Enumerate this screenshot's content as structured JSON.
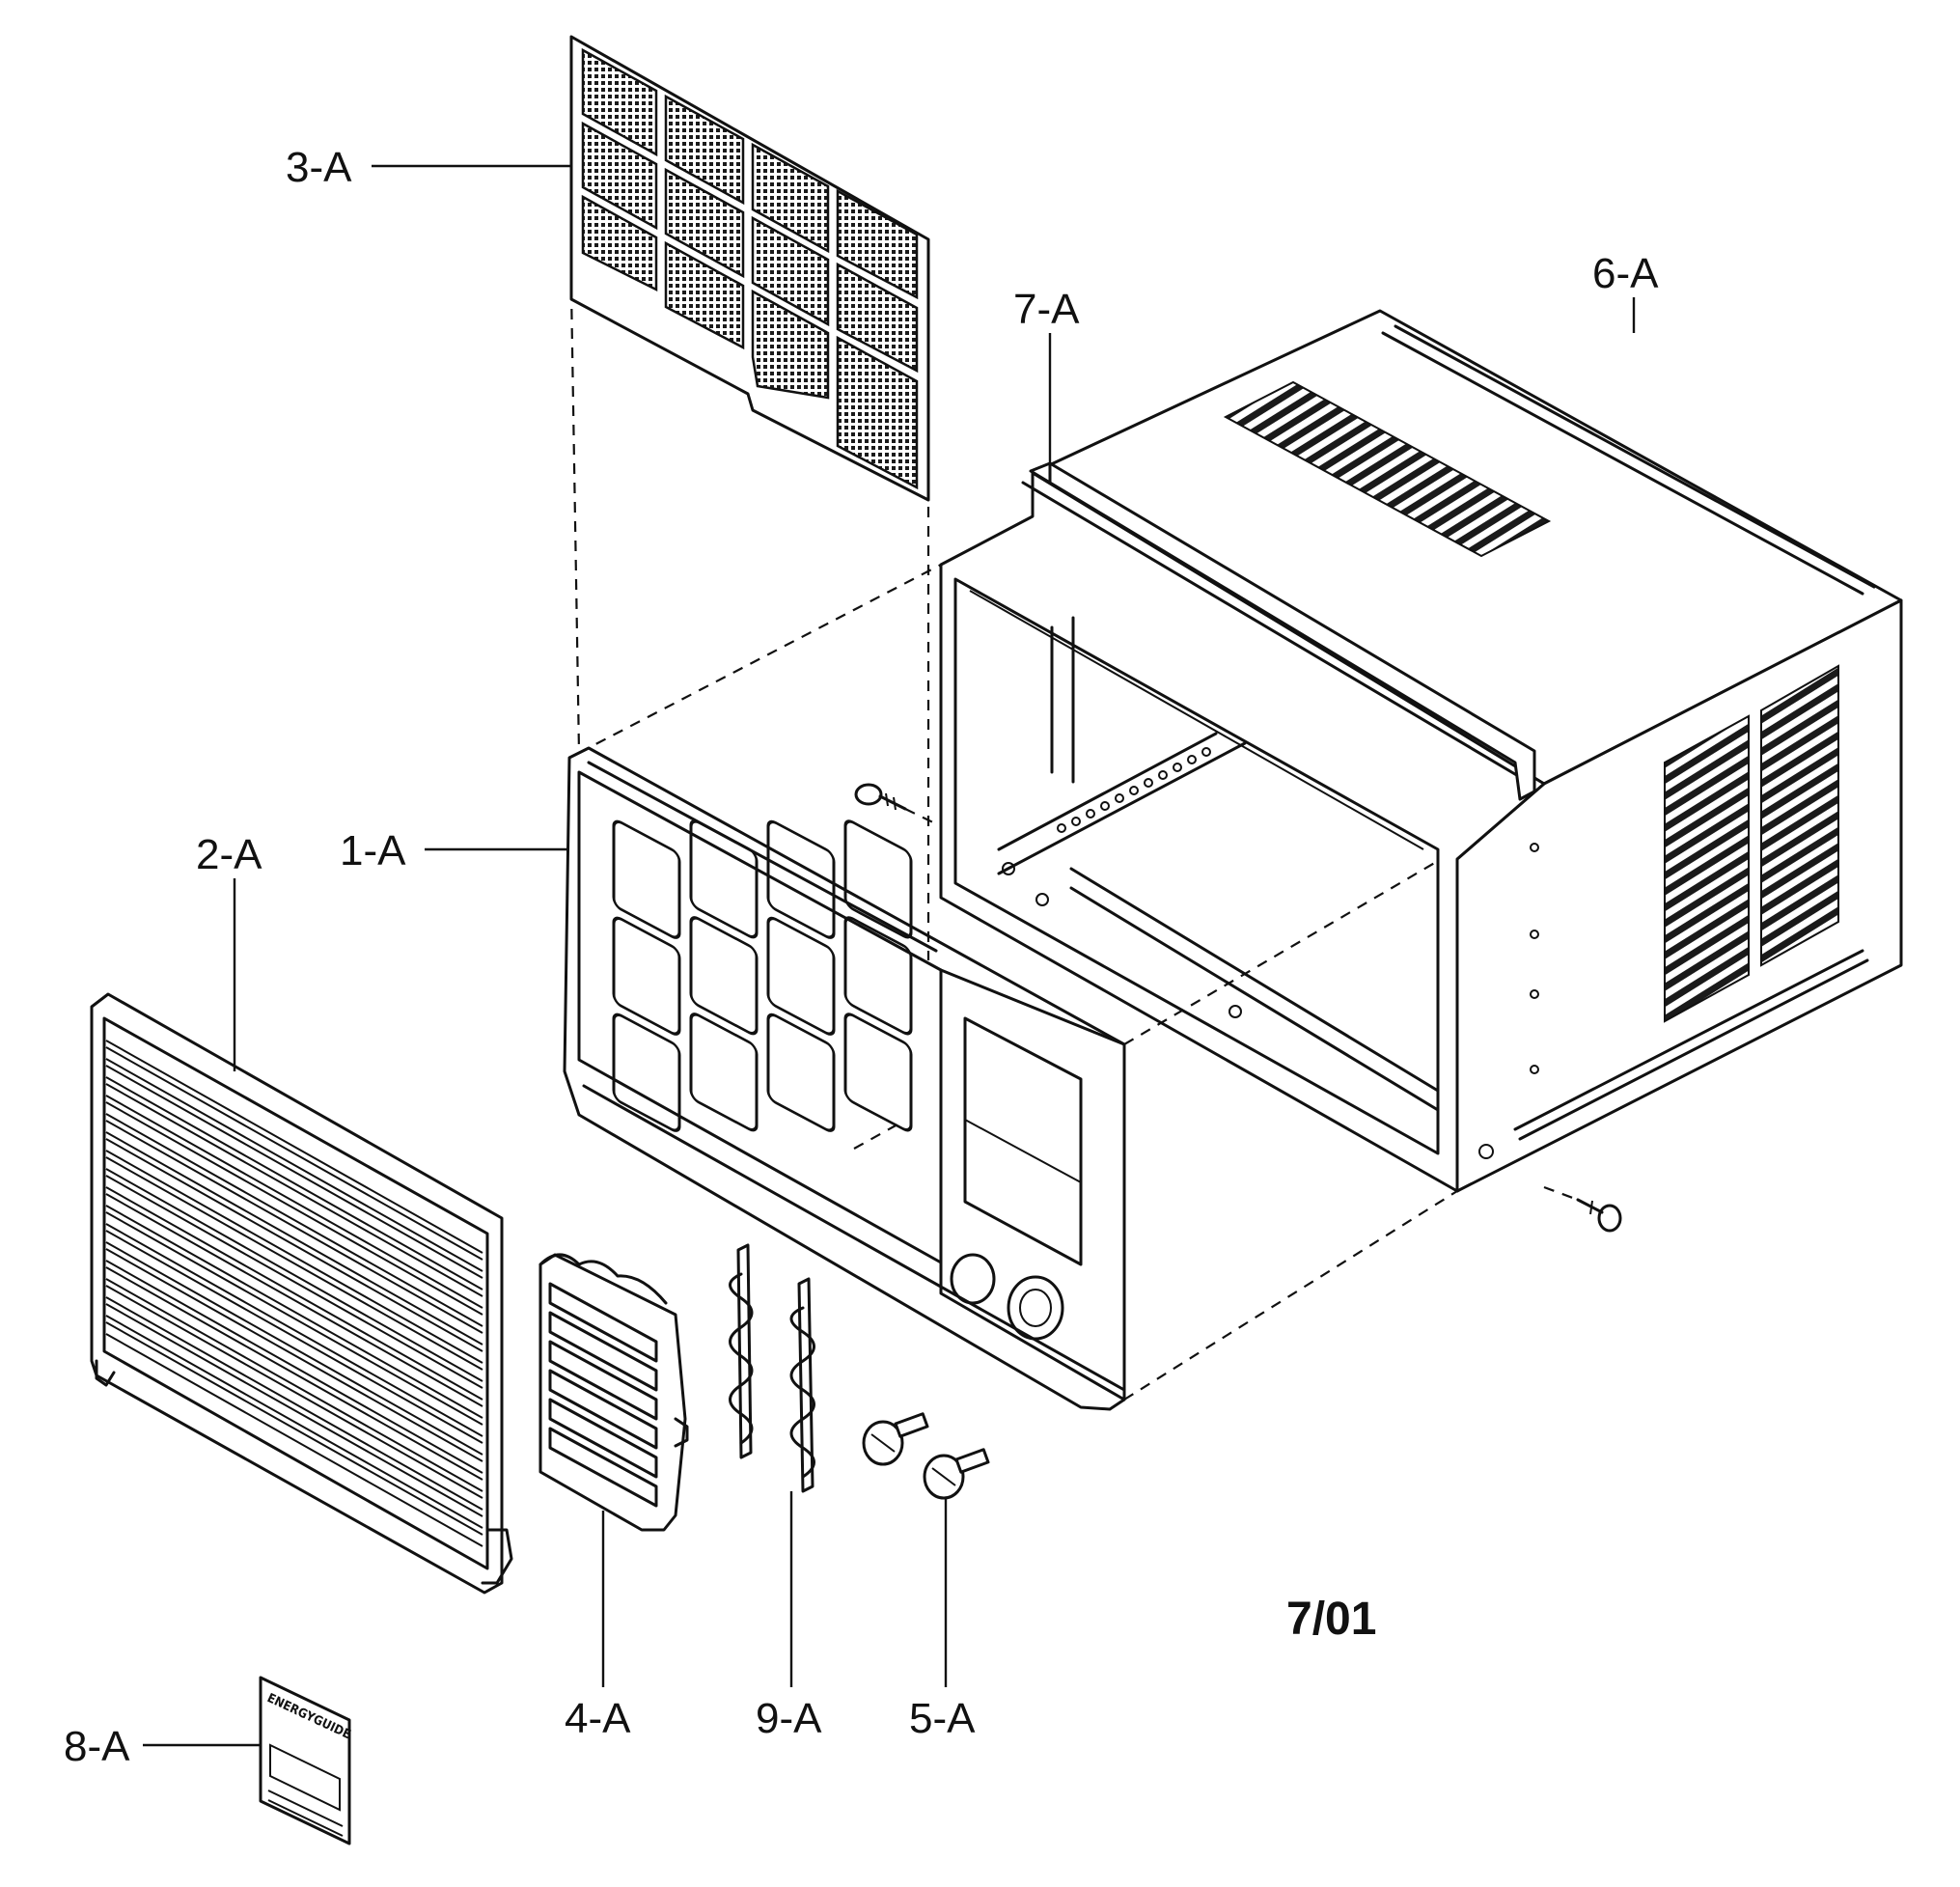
{
  "callouts": [
    {
      "id": "3-A",
      "label": "3-A"
    },
    {
      "id": "7-A",
      "label": "7-A"
    },
    {
      "id": "6-A",
      "label": "6-A"
    },
    {
      "id": "1-A",
      "label": "1-A"
    },
    {
      "id": "2-A",
      "label": "2-A"
    },
    {
      "id": "4-A",
      "label": "4-A"
    },
    {
      "id": "9-A",
      "label": "9-A"
    },
    {
      "id": "5-A",
      "label": "5-A"
    },
    {
      "id": "8-A",
      "label": "8-A"
    }
  ],
  "date_stamp": "7/01",
  "energy_label_text": "ENERGYGUIDE"
}
